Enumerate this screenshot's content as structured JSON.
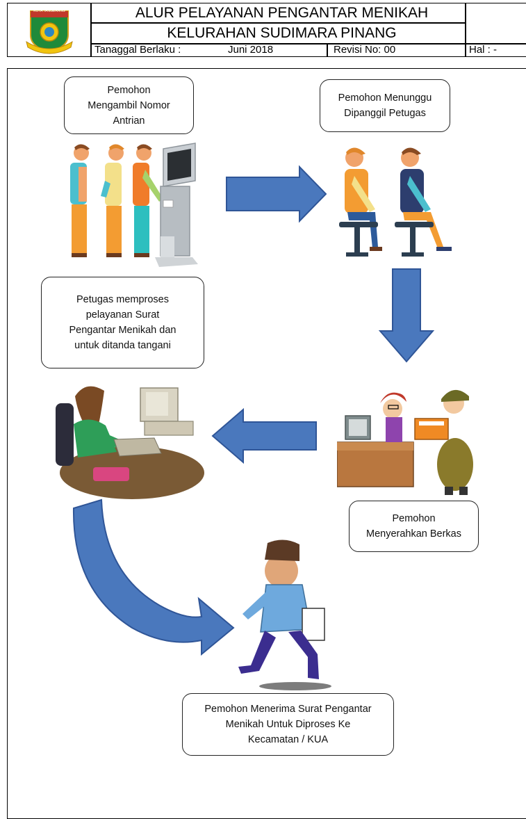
{
  "header": {
    "logo_text": "KOTA TANGERANG",
    "title_line1": "ALUR PELAYANAN PENGANTAR MENIKAH",
    "title_line2": "KELURAHAN SUDIMARA PINANG",
    "date_label": "Tanaggal Berlaku :",
    "date_value": "Juni 2018",
    "revision": "Revisi No: 00",
    "page": "Hal : -"
  },
  "steps": {
    "step1": "Pemohon\nMengambil Nomor\nAntrian",
    "step2": "Pemohon Menunggu\nDipanggil Petugas",
    "step3": "Pemohon\nMenyerahkan Berkas",
    "step4": "Petugas memproses\npelayanan Surat\nPengantar Menikah dan\nuntuk ditanda tangani",
    "step5": "Pemohon Menerima Surat Pengantar\nMenikah Untuk Diproses Ke\nKecamatan / KUA"
  },
  "colors": {
    "arrow_fill": "#4a78bd",
    "arrow_stroke": "#2f5597"
  }
}
